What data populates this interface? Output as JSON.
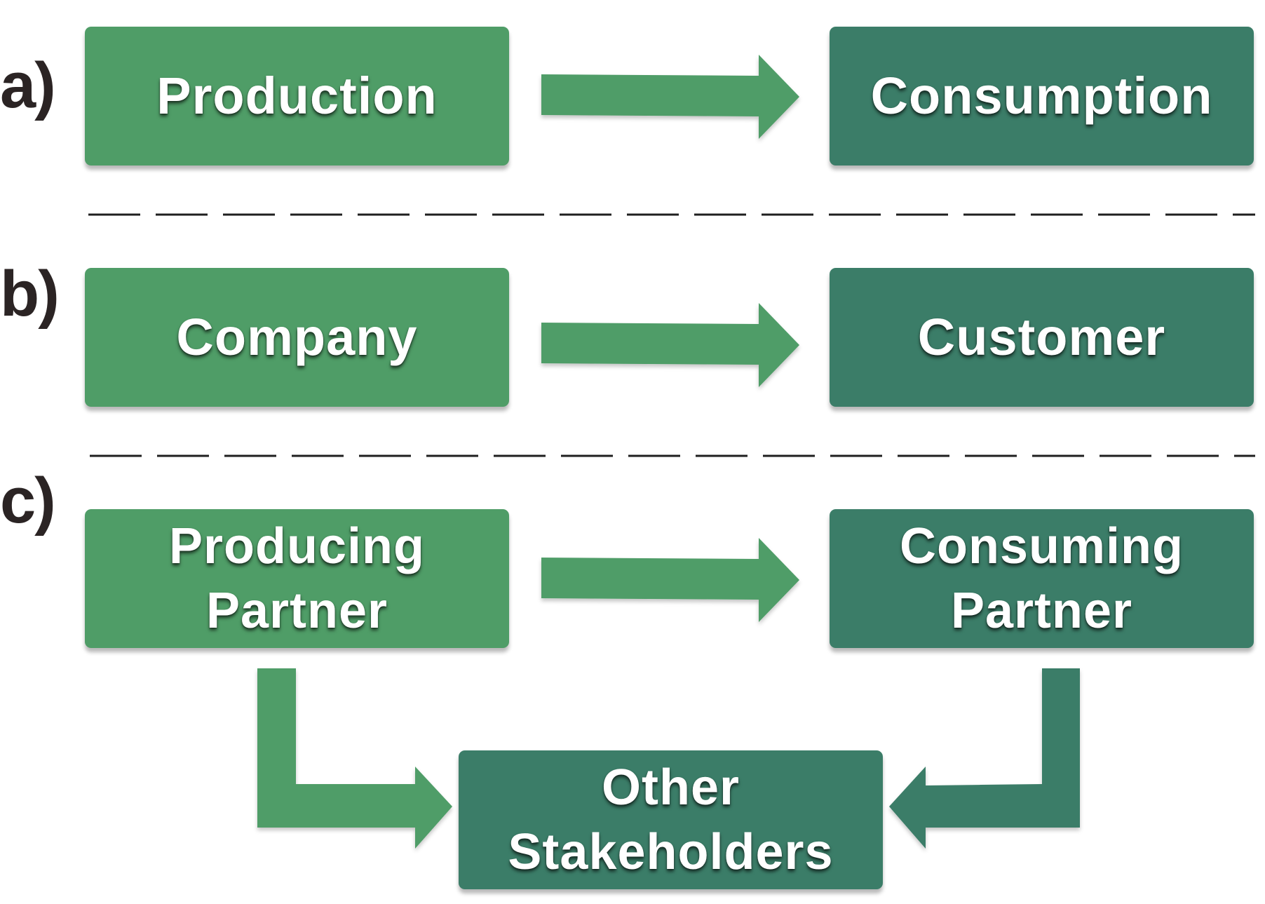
{
  "colors": {
    "producer_green": "#4f9d67",
    "consumer_green": "#3b7d68",
    "label_text": "#2b2424",
    "divider": "#1f1f1f"
  },
  "rows": {
    "a": {
      "label": "a)",
      "left_box": "Production",
      "right_box": "Consumption"
    },
    "b": {
      "label": "b)",
      "left_box": "Company",
      "right_box": "Customer"
    },
    "c": {
      "label": "c)",
      "left_box_lines": [
        "Producing",
        "Partner"
      ],
      "right_box_lines": [
        "Consuming",
        "Partner"
      ],
      "bottom_box_lines": [
        "Other",
        "Stakeholders"
      ]
    }
  },
  "icons": {
    "flow_arrow": "right-arrow-icon",
    "producer_to_stakeholders": "elbow-arrow-icon",
    "consumer_to_stakeholders": "elbow-arrow-icon"
  }
}
